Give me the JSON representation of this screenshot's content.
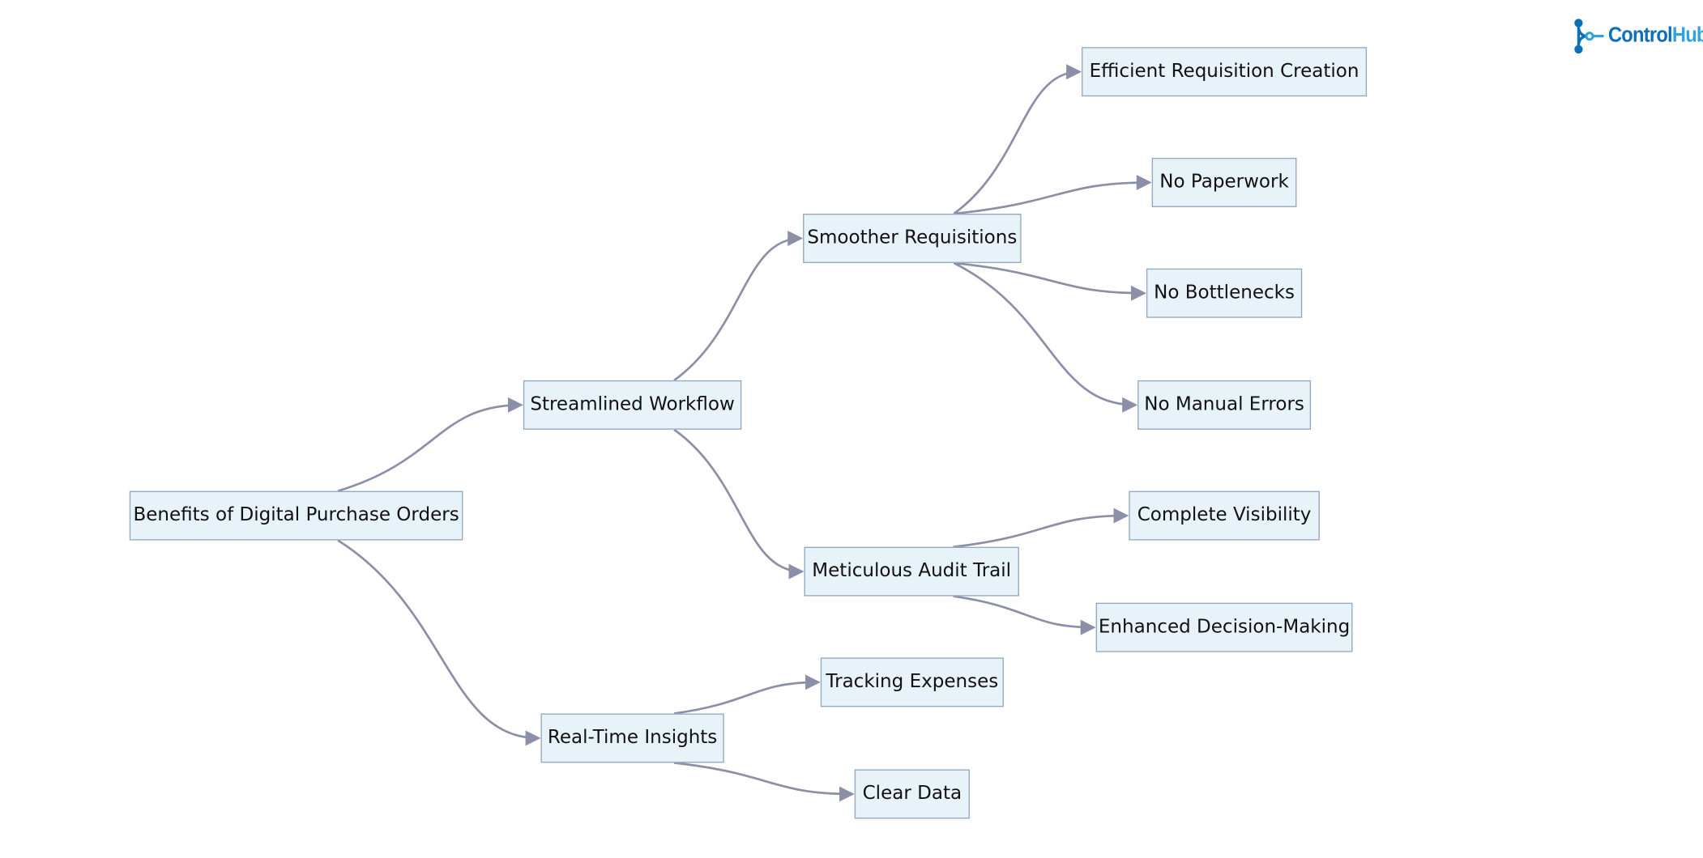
{
  "diagram": {
    "nodes": [
      {
        "id": "root",
        "label": "Benefits of Digital Purchase Orders"
      },
      {
        "id": "workflow",
        "label": "Streamlined Workflow"
      },
      {
        "id": "insights",
        "label": "Real-Time Insights"
      },
      {
        "id": "requisitions",
        "label": "Smoother Requisitions"
      },
      {
        "id": "audit",
        "label": "Meticulous Audit Trail"
      },
      {
        "id": "efficient",
        "label": "Efficient Requisition Creation"
      },
      {
        "id": "paperwork",
        "label": "No Paperwork"
      },
      {
        "id": "bottlenecks",
        "label": "No Bottlenecks"
      },
      {
        "id": "manual_errors",
        "label": "No Manual Errors"
      },
      {
        "id": "visibility",
        "label": "Complete Visibility"
      },
      {
        "id": "decision",
        "label": "Enhanced Decision-Making"
      },
      {
        "id": "tracking",
        "label": "Tracking Expenses"
      },
      {
        "id": "clear_data",
        "label": "Clear Data"
      }
    ],
    "edges": [
      {
        "from": "root",
        "to": "workflow"
      },
      {
        "from": "root",
        "to": "insights"
      },
      {
        "from": "workflow",
        "to": "requisitions"
      },
      {
        "from": "workflow",
        "to": "audit"
      },
      {
        "from": "requisitions",
        "to": "efficient"
      },
      {
        "from": "requisitions",
        "to": "paperwork"
      },
      {
        "from": "requisitions",
        "to": "bottlenecks"
      },
      {
        "from": "requisitions",
        "to": "manual_errors"
      },
      {
        "from": "audit",
        "to": "visibility"
      },
      {
        "from": "audit",
        "to": "decision"
      },
      {
        "from": "insights",
        "to": "tracking"
      },
      {
        "from": "insights",
        "to": "clear_data"
      }
    ],
    "edge_color": "#8c8fa8",
    "node_fill": "#e8f2f9",
    "node_border": "#94a9bd"
  },
  "logo": {
    "part1": "Control",
    "part2": "Hub",
    "color_primary": "#0d6fb8",
    "color_secondary": "#2da4df"
  }
}
